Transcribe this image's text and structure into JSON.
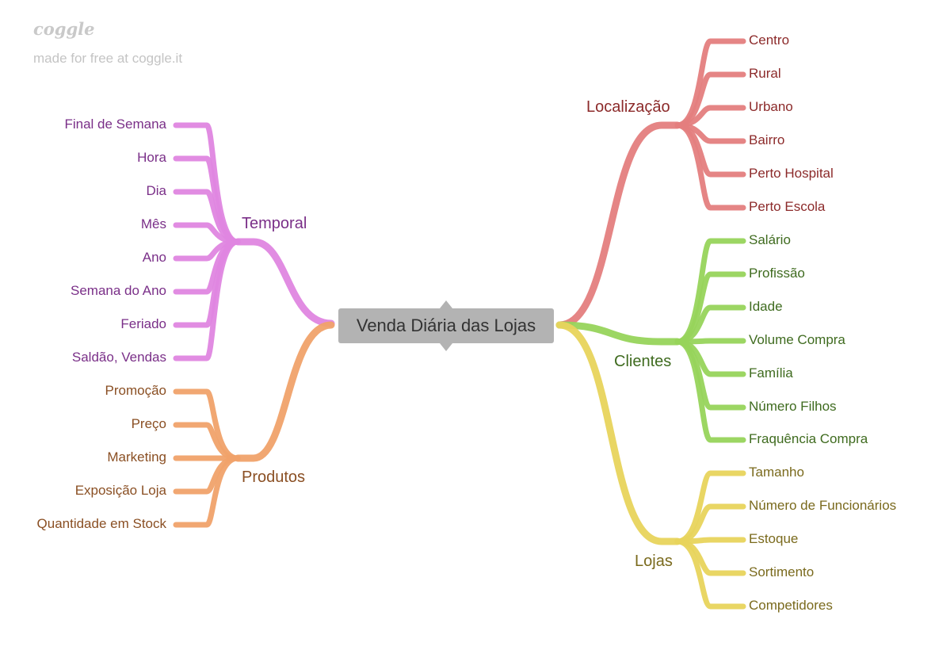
{
  "brand": {
    "logo": "coggle",
    "tagline": "made for free at coggle.it"
  },
  "central": {
    "label": "Venda Diária das Lojas"
  },
  "branches": [
    {
      "id": "temporal",
      "label": "Temporal",
      "side": "left",
      "color": "#df86e0",
      "text_color": "#7a2f88",
      "children": [
        "Final de Semana",
        "Hora",
        "Dia",
        "Mês",
        "Ano",
        "Semana do Ano",
        "Feriado",
        "Saldão, Vendas"
      ]
    },
    {
      "id": "produtos",
      "label": "Produtos",
      "side": "left",
      "color": "#f0a26a",
      "text_color": "#8a4f23",
      "children": [
        "Promoção",
        "Preço",
        "Marketing",
        "Exposição Loja",
        "Quantidade em Stock"
      ]
    },
    {
      "id": "localizacao",
      "label": "Localização",
      "side": "right",
      "color": "#e47e7e",
      "text_color": "#8c2a2a",
      "children": [
        "Centro",
        "Rural",
        "Urbano",
        "Bairro",
        "Perto Hospital",
        "Perto Escola"
      ]
    },
    {
      "id": "clientes",
      "label": "Clientes",
      "side": "right",
      "color": "#97d45b",
      "text_color": "#3f6b1f",
      "children": [
        "Salário",
        "Profissão",
        "Idade",
        "Volume Compra",
        "Família",
        "Número Filhos",
        "Fraquência Compra"
      ]
    },
    {
      "id": "lojas",
      "label": "Lojas",
      "side": "right",
      "color": "#e8d45c",
      "text_color": "#7a6a1d",
      "children": [
        "Tamanho",
        "Número de Funcionários",
        "Estoque",
        "Sortimento",
        "Competidores"
      ]
    }
  ]
}
